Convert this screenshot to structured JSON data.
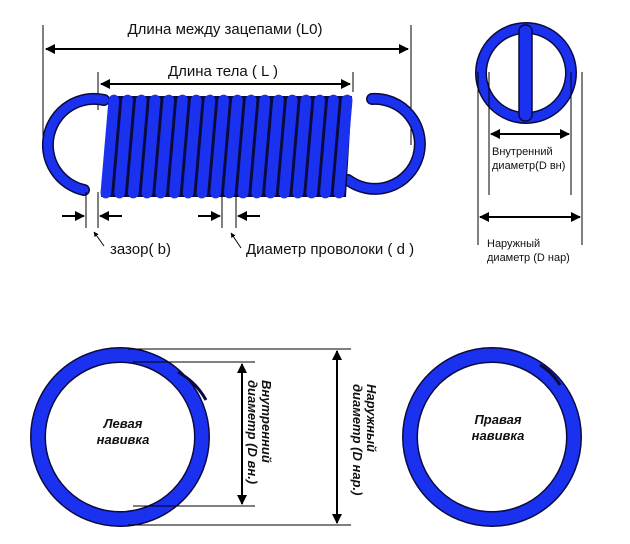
{
  "colors": {
    "spring": "#1a32f0",
    "outline": "#0a0a40",
    "line": "#000000",
    "background": "#ffffff"
  },
  "labels": {
    "free_length": "Длина между зацепами (L0)",
    "body_length": "Длина тела ( L )",
    "gap": "зазор( b)",
    "wire_diameter": "Диаметр проволоки ( d )",
    "inner_diameter_line1": "Внутренний",
    "inner_diameter_line2": "диаметр(D вн)",
    "outer_diameter_line1": "Наружный",
    "outer_diameter_line2": "диаметр (D нар)",
    "left_winding_line1": "Левая",
    "left_winding_line2": "навивка",
    "right_winding_line1": "Правая",
    "right_winding_line2": "навивка",
    "inner_diameter_vert_line1": "Внутренний",
    "inner_diameter_vert_line2": "диаметр (D вн.)",
    "outer_diameter_vert_line1": "Наружный",
    "outer_diameter_vert_line2": "диаметр (D нар.)"
  },
  "spring": {
    "coil_count": 18
  }
}
